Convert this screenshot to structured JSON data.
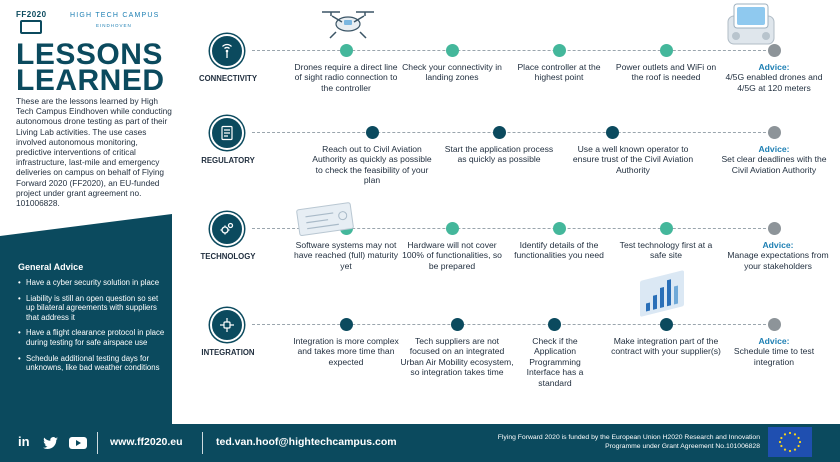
{
  "logos": {
    "ff_top": "FF2020",
    "htc_name": "HIGH TECH CAMPUS",
    "htc_city": "EINDHOVEN"
  },
  "title": "LESSONS LEARNED",
  "intro": "These are the lessons learned by High Tech Campus Eindhoven while conducting autonomous drone testing as part of their Living Lab activities. The use cases involved autonomous monitoring, predictive interventions of critical infrastructure, last-mile and emergency deliveries on campus on behalf of Flying Forward 2020 (FF2020), an EU-funded project under grant agreement no. 101006828.",
  "general_advice": {
    "title": "General Advice",
    "items": [
      "Have a cyber security solution in place",
      "Liability is still an open question so set up bilateral agreements with suppliers that address it",
      "Have a flight clearance protocol in place during testing for safe airspace use",
      "Schedule additional testing days for unknowns, like bad weather conditions"
    ]
  },
  "rows": [
    {
      "label": "CONNECTIVITY",
      "icon": "antenna-icon",
      "steps": [
        "Drones require a direct line of sight radio connection to the controller",
        "Check your connectivity in landing zones",
        "Place controller at the highest point",
        "Power outlets and WiFi on the roof is needed"
      ],
      "advice_title": "Advice:",
      "advice": "4/5G enabled drones and 4/5G at 120 meters"
    },
    {
      "label": "REGULATORY",
      "icon": "document-icon",
      "steps": [
        "Reach out to Civil Aviation Authority as quickly as possible to check the feasibility of your plan",
        "Start the application process as quickly as possible",
        "Use a well known operator to ensure trust of the Civil Aviation Authority"
      ],
      "advice_title": "Advice:",
      "advice": "Set clear deadlines with the Civil Aviation Authority"
    },
    {
      "label": "TECHNOLOGY",
      "icon": "gears-icon",
      "steps": [
        "Software systems may not have reached (full) maturity yet",
        "Hardware will not cover 100% of functionalities, so be prepared",
        "Identify details of the functionalities you need",
        "Test technology first at a safe site"
      ],
      "advice_title": "Advice:",
      "advice": "Manage expectations from your stakeholders"
    },
    {
      "label": "INTEGRATION",
      "icon": "network-icon",
      "steps": [
        "Integration is more complex and takes more time than expected",
        "Tech suppliers are not focused on an integrated Urban Air Mobility ecosystem, so integration takes time",
        "Check if the Application Programming Interface has a standard",
        "Make integration part of the contract with your supplier(s)"
      ],
      "advice_title": "Advice:",
      "advice": "Schedule time to test integration"
    }
  ],
  "footer": {
    "social_icons": [
      "linkedin-icon",
      "twitter-icon",
      "youtube-icon"
    ],
    "linkedin_text": "in",
    "website": "www.ff2020.eu",
    "email": "ted.van.hoof@hightechcampus.com",
    "funding": "Flying Forward 2020 is funded by the European Union H2020 Research and Innovation Programme under Grant Agreement No.101006828"
  },
  "colors": {
    "primary": "#0b4a5e",
    "accent": "#1d7fb3",
    "teal": "#44b79b",
    "grey": "#8d9499"
  }
}
